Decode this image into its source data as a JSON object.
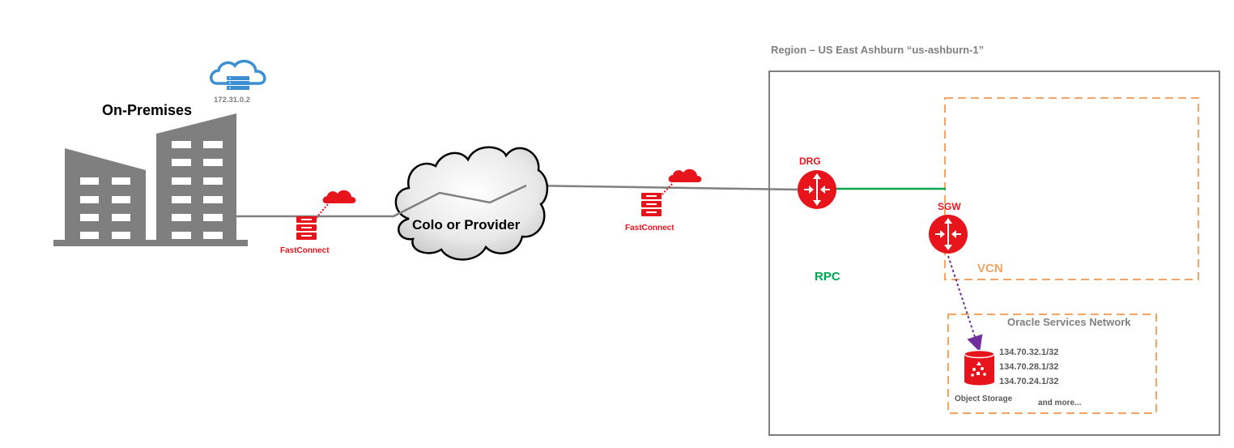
{
  "onprem": {
    "title": "On-Premises",
    "ip": "172.31.0.2"
  },
  "colo": {
    "label": "Colo or Provider"
  },
  "fastconnect": {
    "left_label": "FastConnect",
    "right_label": "FastConnect"
  },
  "region": {
    "title": "Region – US East Ashburn “us-ashburn-1”"
  },
  "drg": {
    "label": "DRG"
  },
  "sgw": {
    "label": "SGW"
  },
  "rpc": {
    "label": "RPC"
  },
  "vcn": {
    "label": "VCN"
  },
  "osn": {
    "title": "Oracle Services Network",
    "cidrs": [
      "134.70.32.1/32",
      "134.70.28.1/32",
      "134.70.24.1/32"
    ],
    "storage_label": "Object Storage",
    "more_label": "and more..."
  },
  "colors": {
    "oracle_red": "#e8141c",
    "building_gray": "#7f7f7f",
    "link_gray": "#808080",
    "rpc_green": "#00a651",
    "vcn_orange": "#f4a460",
    "cloud_blue": "#3d8fd4",
    "sgw_arrow_purple": "#7030a0"
  }
}
